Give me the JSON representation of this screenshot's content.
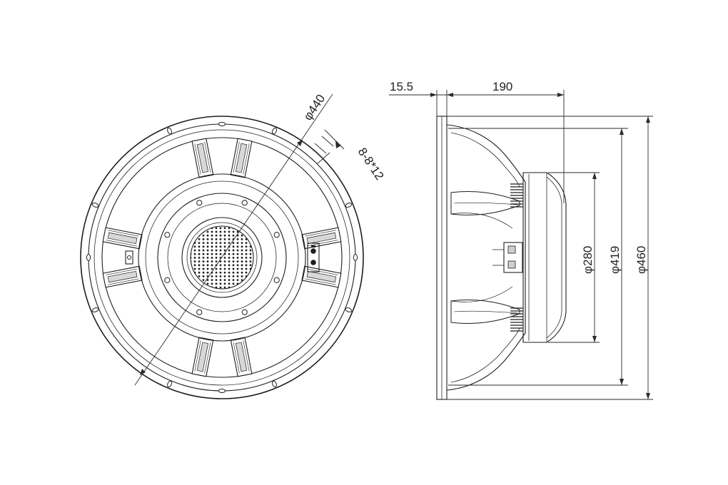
{
  "front_view": {
    "mount_circle_label": "φ440",
    "mount_holes_label": "8-8*12"
  },
  "side_view": {
    "flange_thickness_label": "15.5",
    "depth_label": "190",
    "magnet_diameter_label": "φ280",
    "baffle_cutout_label": "φ419",
    "outer_diameter_label": "φ460"
  }
}
